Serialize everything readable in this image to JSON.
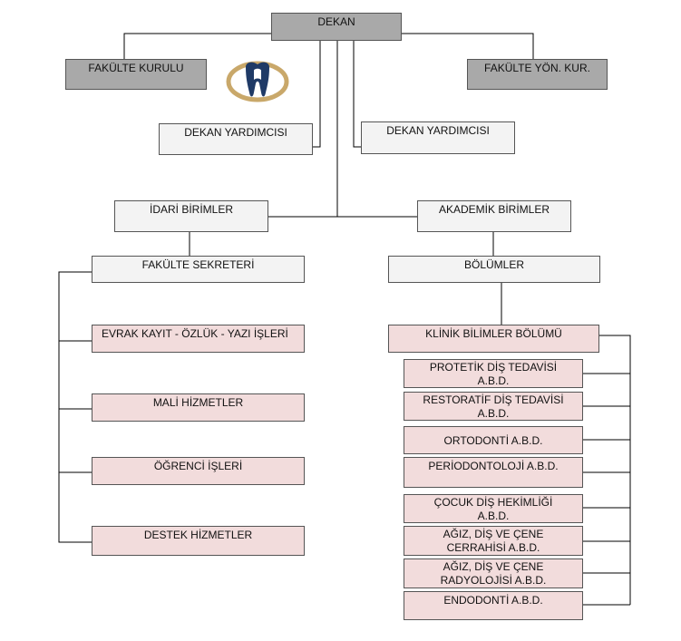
{
  "nodes": {
    "dekan": "DEKAN",
    "fakulte_kurulu": "FAKÜLTE KURULU",
    "fakulte_yon_kur": "FAKÜLTE YÖN. KUR.",
    "dekan_yardimcisi_1": "DEKAN YARDIMCISI",
    "dekan_yardimcisi_2": "DEKAN YARDIMCISI",
    "idari_birimler": "İDARİ BİRİMLER",
    "akademik_birimler": "AKADEMİK BİRİMLER",
    "fakulte_sekreteri": "FAKÜLTE SEKRETERİ",
    "bolumler": "BÖLÜMLER",
    "evrak_kayit": "EVRAK KAYIT - ÖZLÜK - YAZI İŞLERİ",
    "mali_hizmetler": "MALİ HİZMETLER",
    "ogrenci_isleri": "ÖĞRENCİ İŞLERİ",
    "destek_hizmetler": "DESTEK HİZMETLER",
    "klinik_bilimler": "KLİNİK BİLİMLER BÖLÜMÜ",
    "protetik_1": "PROTETİK DİŞ TEDAVİSİ",
    "protetik_2": "A.B.D.",
    "restoratif_1": "RESTORATİF DİŞ TEDAVİSİ",
    "restoratif_2": "A.B.D.",
    "ortodonti": "ORTODONTİ A.B.D.",
    "periodontoloji": "PERİODONTOLOJİ A.B.D.",
    "cocuk_1": "ÇOCUK DİŞ HEKİMLİĞİ",
    "cocuk_2": "A.B.D.",
    "cerrahi_1": "AĞIZ, DİŞ VE ÇENE",
    "cerrahi_2": "CERRAHİSİ A.B.D.",
    "radyoloji_1": "AĞIZ, DİŞ VE ÇENE",
    "radyoloji_2": "RADYOLOJİSİ A.B.D.",
    "endodonti": "ENDODONTİ A.B.D."
  },
  "colors": {
    "top_box": "#a9a9a9",
    "unit_box": "#f3f3f3",
    "sub_unit_box": "#f2dcdc",
    "logo_gold": "#c9a86a",
    "logo_navy": "#1f3a66"
  },
  "logo": {
    "icon": "tooth-icon"
  }
}
